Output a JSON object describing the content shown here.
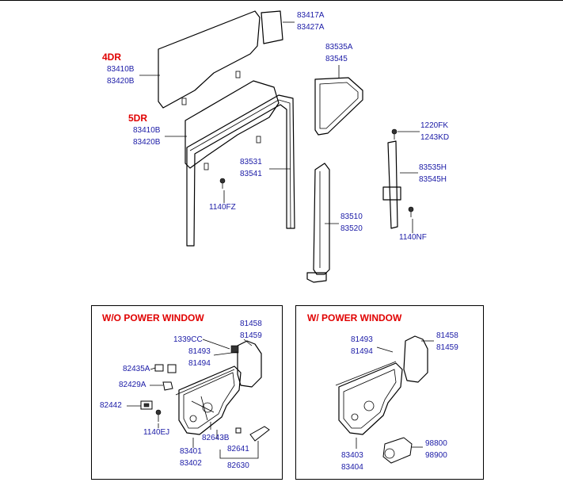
{
  "sections": {
    "door_4dr": "4DR",
    "door_5dr": "5DR",
    "wo_power_window": "W/O POWER WINDOW",
    "w_power_window": "W/  POWER WINDOW"
  },
  "labels": {
    "quarter_glass": [
      "83417A",
      "83427A"
    ],
    "glass_4dr": [
      "83410B",
      "83420B"
    ],
    "glass_5dr": [
      "83410B",
      "83420B"
    ],
    "quarter_weatherstrip": [
      "83535A",
      "83545"
    ],
    "bolt_1220": [
      "1220FK",
      "1243KD"
    ],
    "run_channel": [
      "83531",
      "83541"
    ],
    "channel_h": [
      "83535H",
      "83545H"
    ],
    "bolt_1140fz": [
      "1140FZ"
    ],
    "rear_channel": [
      "83510",
      "83520"
    ],
    "bolt_1140nf": [
      "1140NF"
    ],
    "wo_81458": [
      "81458",
      "81459"
    ],
    "wo_1339cc": [
      "1339CC"
    ],
    "wo_81493": [
      "81493",
      "81494"
    ],
    "wo_82435a": [
      "82435A"
    ],
    "wo_82429a": [
      "82429A"
    ],
    "wo_82442": [
      "82442"
    ],
    "wo_1140ej": [
      "1140EJ"
    ],
    "wo_82643b": [
      "82643B"
    ],
    "wo_82641": [
      "82641"
    ],
    "wo_82630": [
      "82630"
    ],
    "wo_83401": [
      "83401",
      "83402"
    ],
    "w_81493": [
      "81493",
      "81494"
    ],
    "w_81458": [
      "81458",
      "81459"
    ],
    "w_98800": [
      "98800",
      "98900"
    ],
    "w_83403": [
      "83403",
      "83404"
    ]
  }
}
